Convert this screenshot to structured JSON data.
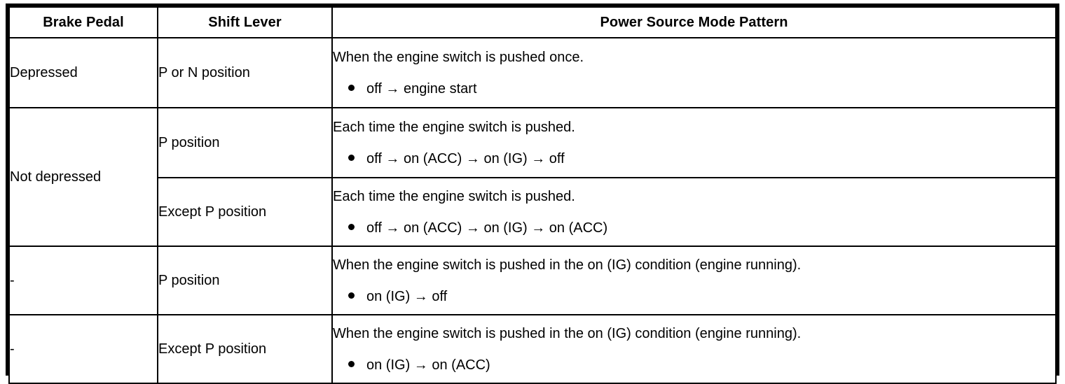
{
  "table": {
    "columns": [
      {
        "key": "brake_pedal",
        "label": "Brake Pedal"
      },
      {
        "key": "shift_lever",
        "label": "Shift Lever"
      },
      {
        "key": "power_source_mode_pattern",
        "label": "Power Source Mode Pattern"
      }
    ],
    "rows": [
      {
        "brake_pedal": "Depressed",
        "shift_lever": "P or N position",
        "power_condition": "When the engine switch is pushed once.",
        "power_pattern": "off → engine start"
      },
      {
        "brake_pedal": "Not depressed",
        "shift_lever": "P position",
        "power_condition": "Each time the engine switch is pushed.",
        "power_pattern": "off → on (ACC) → on (IG) → off"
      },
      {
        "brake_pedal": "",
        "shift_lever": "Except P position",
        "power_condition": "Each time the engine switch is pushed.",
        "power_pattern": "off → on (ACC) → on (IG) → on (ACC)"
      },
      {
        "brake_pedal": "-",
        "shift_lever": "P position",
        "power_condition": "When the engine switch is pushed in the on (IG) condition (engine running).",
        "power_pattern": "on (IG) → off"
      },
      {
        "brake_pedal": "-",
        "shift_lever": "Except P position",
        "power_condition": "When the engine switch is pushed in the on (IG) condition (engine running).",
        "power_pattern": "on (IG) → on (ACC)"
      }
    ]
  },
  "colors": {
    "border": "#000000",
    "text": "#000000",
    "background": "#ffffff"
  }
}
